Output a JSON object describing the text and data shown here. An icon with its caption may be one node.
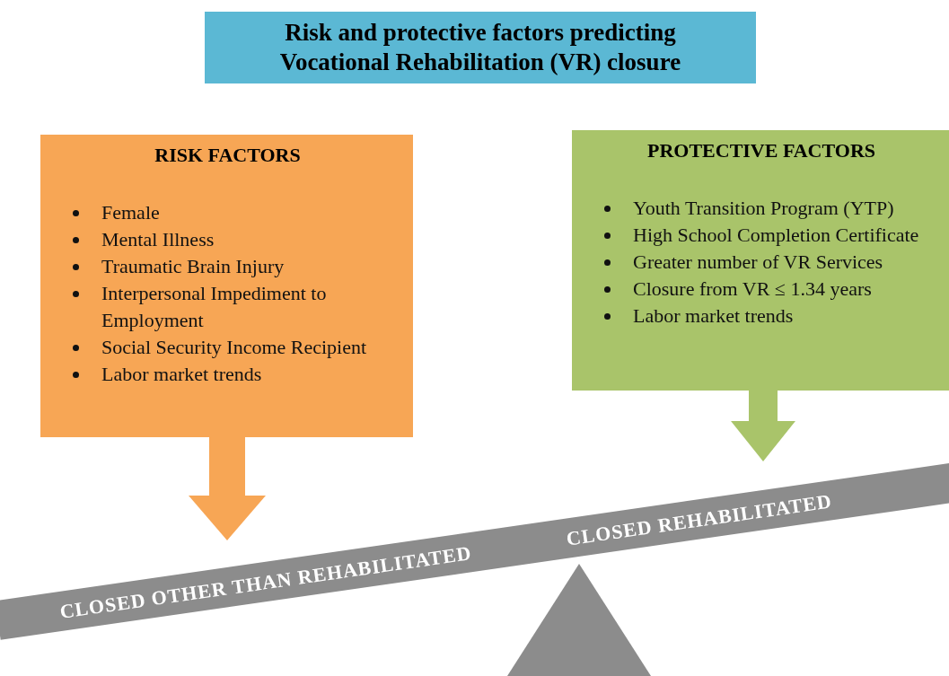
{
  "diagram": {
    "nodes": [
      {
        "text": [
          "Risk and protective factors predicting Vocational Rehabilitation (VR) closure"
        ]
      },
      {
        "text": [
          "RISK FACTORS",
          "Female",
          "Mental Illness",
          "Traumatic Brain Injury",
          "Interpersonal Impediment to Employment",
          "Social Security Income Recipient",
          "Labor market trends"
        ]
      },
      {
        "text": [
          "PROTECTIVE FACTORS",
          "Youth Transition Program (YTP)",
          "High School Completion Certificate",
          "Greater number of VR Services",
          "Closure from VR ≤ 1.34 years",
          "Labor market trends"
        ]
      },
      {
        "text": [
          "CLOSED OTHER THAN REHABILITATED",
          "CLOSED REHABILITATED"
        ]
      },
      {
        "text": [],
        "shape": "triangle"
      }
    ],
    "edges": [
      {
        "from": 1,
        "to": 3,
        "arrow": "to",
        "color": "#f7a655"
      },
      {
        "from": 2,
        "to": 3,
        "arrow": "to",
        "color": "#a9c46a"
      }
    ]
  }
}
